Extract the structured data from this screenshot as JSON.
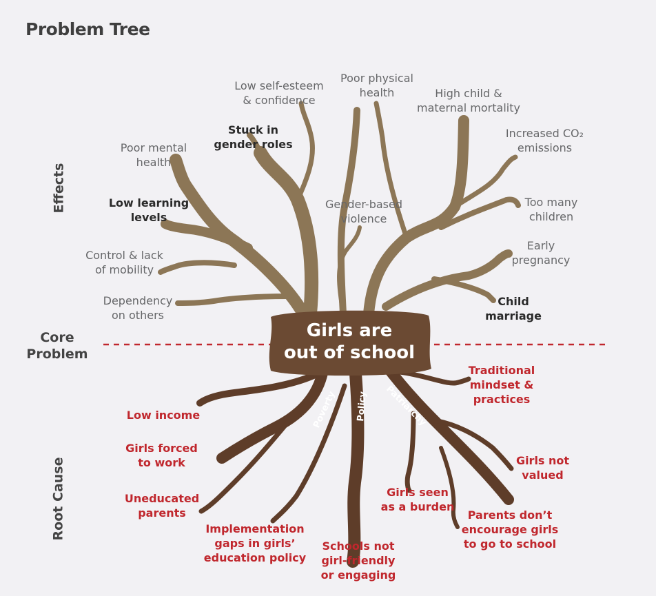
{
  "title": "Problem Tree",
  "sections": {
    "effects": "Effects",
    "core_line1": "Core",
    "core_line2": "Problem",
    "root_cause": "Root Cause"
  },
  "core_problem": {
    "line1": "Girls are",
    "line2": "out of school"
  },
  "effects": [
    {
      "id": "low-self-esteem",
      "lines": [
        "Low self-esteem",
        "& confidence"
      ]
    },
    {
      "id": "poor-physical-health",
      "lines": [
        "Poor physical",
        "health"
      ]
    },
    {
      "id": "high-child-maternal-mortality",
      "lines": [
        "High child &",
        "maternal mortality"
      ]
    },
    {
      "id": "increased-co2-emissions",
      "lines": [
        "Increased CO₂",
        "emissions"
      ]
    },
    {
      "id": "stuck-in-gender-roles",
      "lines": [
        "Stuck in",
        "gender roles"
      ]
    },
    {
      "id": "poor-mental-health",
      "lines": [
        "Poor mental",
        "health"
      ]
    },
    {
      "id": "low-learning-levels",
      "lines": [
        "Low learning",
        "levels"
      ]
    },
    {
      "id": "gender-based-violence",
      "lines": [
        "Gender-based",
        "violence"
      ]
    },
    {
      "id": "too-many-children",
      "lines": [
        "Too many",
        "children"
      ]
    },
    {
      "id": "control-lack-of-mobility",
      "lines": [
        "Control & lack",
        "of mobility"
      ]
    },
    {
      "id": "early-pregnancy",
      "lines": [
        "Early",
        "pregnancy"
      ]
    },
    {
      "id": "dependency-on-others",
      "lines": [
        "Dependency",
        "on others"
      ]
    },
    {
      "id": "child-marriage",
      "lines": [
        "Child",
        "marriage"
      ]
    }
  ],
  "root_branches": [
    "Poverty",
    "Policy",
    "Patriarchy"
  ],
  "causes": [
    {
      "id": "traditional-mindset",
      "lines": [
        "Traditional",
        "mindset &",
        "practices"
      ]
    },
    {
      "id": "low-income",
      "lines": [
        "Low income"
      ]
    },
    {
      "id": "girls-forced-to-work",
      "lines": [
        "Girls forced",
        "to work"
      ]
    },
    {
      "id": "girls-not-valued",
      "lines": [
        "Girls not",
        "valued"
      ]
    },
    {
      "id": "uneducated-parents",
      "lines": [
        "Uneducated",
        "parents"
      ]
    },
    {
      "id": "girls-seen-as-burden",
      "lines": [
        "Girls seen",
        "as a burden"
      ]
    },
    {
      "id": "parents-dont-encourage",
      "lines": [
        "Parents don’t",
        "encourage girls",
        "to go to school"
      ]
    },
    {
      "id": "implementation-gaps",
      "lines": [
        "Implementation",
        "gaps in girls’",
        "education policy"
      ]
    },
    {
      "id": "schools-not-girl-friendly",
      "lines": [
        "Schools not",
        "girl-friendly",
        "or engaging"
      ]
    }
  ],
  "colors": {
    "background": "#f2f1f4",
    "effect_text": "#666769",
    "effect_text_dark": "#2a2a2a",
    "cause_text": "#c0272d",
    "branches": "#8c7656",
    "roots": "#5e3d29",
    "trunk": "#6b4a33",
    "divider": "#c0272d"
  }
}
